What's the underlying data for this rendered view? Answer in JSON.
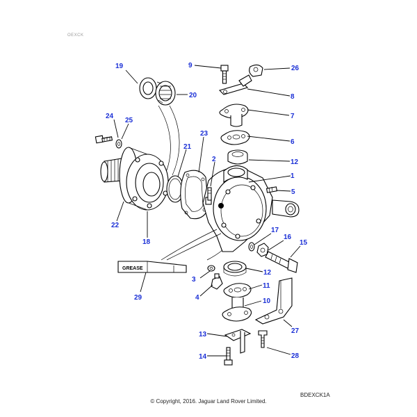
{
  "diagram": {
    "drawing_code": "BDEXCK1A",
    "copyright": "© Copyright, 2016. Jaguar Land Rover Limited.",
    "grease_label": "GREASE",
    "ref_code": "OEXCK",
    "callouts": [
      {
        "id": "c1",
        "label": "1"
      },
      {
        "id": "c2",
        "label": "2"
      },
      {
        "id": "c3",
        "label": "3"
      },
      {
        "id": "c4",
        "label": "4"
      },
      {
        "id": "c5",
        "label": "5"
      },
      {
        "id": "c6",
        "label": "6"
      },
      {
        "id": "c7",
        "label": "7"
      },
      {
        "id": "c8",
        "label": "8"
      },
      {
        "id": "c9",
        "label": "9"
      },
      {
        "id": "c10",
        "label": "10"
      },
      {
        "id": "c11",
        "label": "11"
      },
      {
        "id": "c12a",
        "label": "12"
      },
      {
        "id": "c12b",
        "label": "12"
      },
      {
        "id": "c13",
        "label": "13"
      },
      {
        "id": "c14",
        "label": "14"
      },
      {
        "id": "c15",
        "label": "15"
      },
      {
        "id": "c16",
        "label": "16"
      },
      {
        "id": "c17",
        "label": "17"
      },
      {
        "id": "c18",
        "label": "18"
      },
      {
        "id": "c19",
        "label": "19"
      },
      {
        "id": "c20",
        "label": "20"
      },
      {
        "id": "c21",
        "label": "21"
      },
      {
        "id": "c22",
        "label": "22"
      },
      {
        "id": "c23",
        "label": "23"
      },
      {
        "id": "c24",
        "label": "24"
      },
      {
        "id": "c25",
        "label": "25"
      },
      {
        "id": "c26",
        "label": "26"
      },
      {
        "id": "c27",
        "label": "27"
      },
      {
        "id": "c28",
        "label": "28"
      },
      {
        "id": "c29",
        "label": "29"
      }
    ]
  }
}
